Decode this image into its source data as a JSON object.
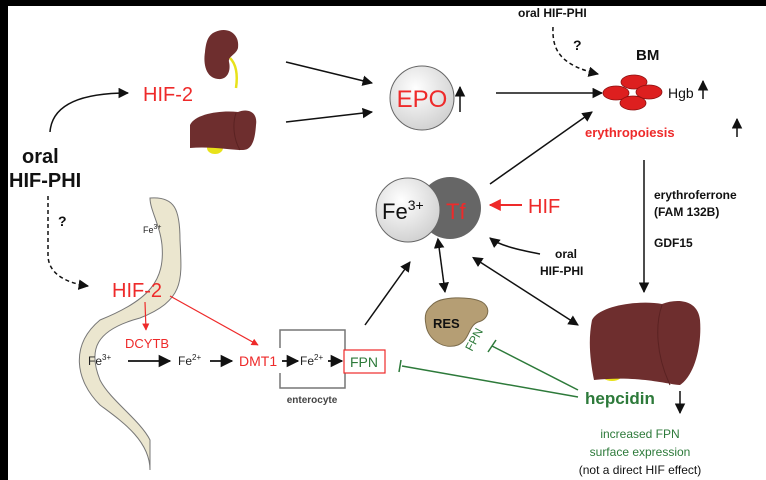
{
  "colors": {
    "red": "#ee2a2a",
    "green": "#2d7a3a",
    "organ": "#6e2e2e",
    "gut": "#ebe6cf",
    "res": "#b59e74",
    "transferrin": "#666666",
    "rbc": "#dd1f1f",
    "gallbladder": "#e8e21a"
  },
  "labels": {
    "oral_left_1": "oral",
    "oral_left_2": "HIF-PHI",
    "q_left": "?",
    "hif2_top": "HIF-2",
    "epo": "EPO",
    "oral_top": "oral HIF-PHI",
    "q_top": "?",
    "bm": "BM",
    "hgb": "Hgb",
    "erythropoiesis": "erythropoiesis",
    "fe3": "Fe",
    "fe3_sup": "3+",
    "tf": "Tf",
    "hif": "HIF",
    "oral_mid_1": "oral",
    "oral_mid_2": "HIF-PHI",
    "erythroferrone": "erythroferrone",
    "fam": "(FAM 132B)",
    "gdf15": "GDF15",
    "gut_fe": "Fe",
    "gut_fe_sup": "3+",
    "hif2_bottom": "HIF-2",
    "dcytb": "DCYTB",
    "fe3_chain": "Fe",
    "fe3_chain_sup": "3+",
    "fe2_chain_1": "Fe",
    "fe2_chain_1_sup": "2+",
    "dmt1": "DMT1",
    "fe2_chain_2": "Fe",
    "fe2_chain_2_sup": "2+",
    "fpn_box": "FPN",
    "enterocyte": "enterocyte",
    "res": "RES",
    "fpn_res": "FPN",
    "hepcidin": "hepcidin",
    "note_1": "increased FPN",
    "note_2": "surface expression",
    "note_3": "(not a direct HIF effect)"
  }
}
